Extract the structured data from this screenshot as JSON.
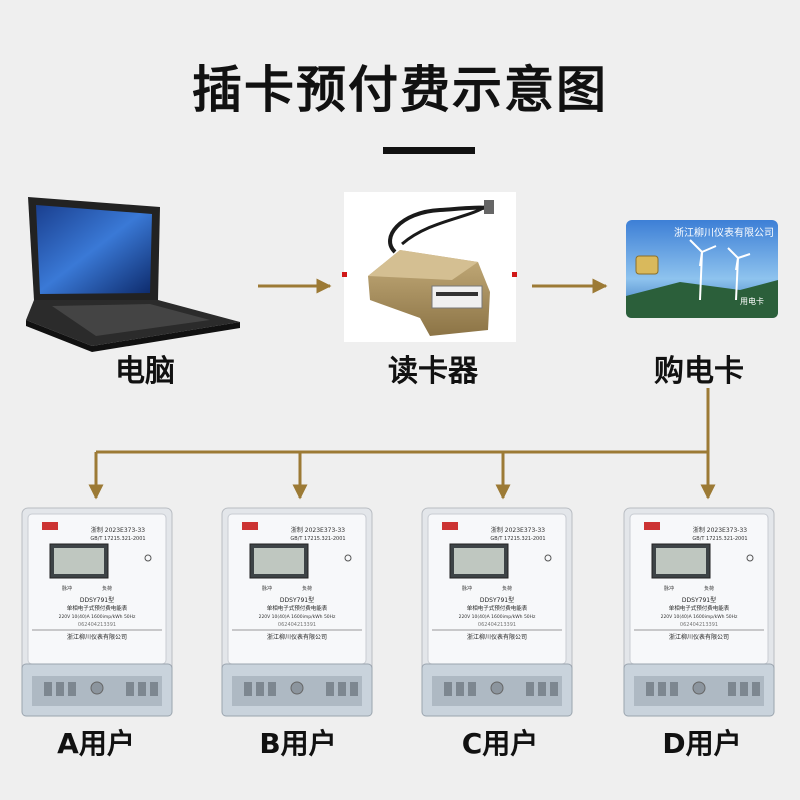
{
  "title": "插卡预付费示意图",
  "devices": {
    "computer_label": "电脑",
    "reader_label": "读卡器",
    "card_label": "购电卡",
    "card_company": "浙江柳川仪表有限公司",
    "card_type": "用电卡"
  },
  "meter": {
    "approval": "浙制 2023E373-33",
    "standard": "GB/T 17215.321-2001",
    "model": "DDSY791型",
    "name": "单相电子式预付费电能表",
    "specs": "220V  10(40)A  1600imp/kWh  50Hz",
    "serial": "062404213391",
    "maker": "浙江柳川仪表有限公司",
    "pulse_label": "脉冲",
    "load_label": "负荷"
  },
  "users": [
    "A用户",
    "B用户",
    "C用户",
    "D用户"
  ],
  "colors": {
    "arrow": "#9c7a35",
    "background": "#efefef",
    "reader_body": "#a48c5c",
    "meter_body": "#f2f4f6"
  }
}
